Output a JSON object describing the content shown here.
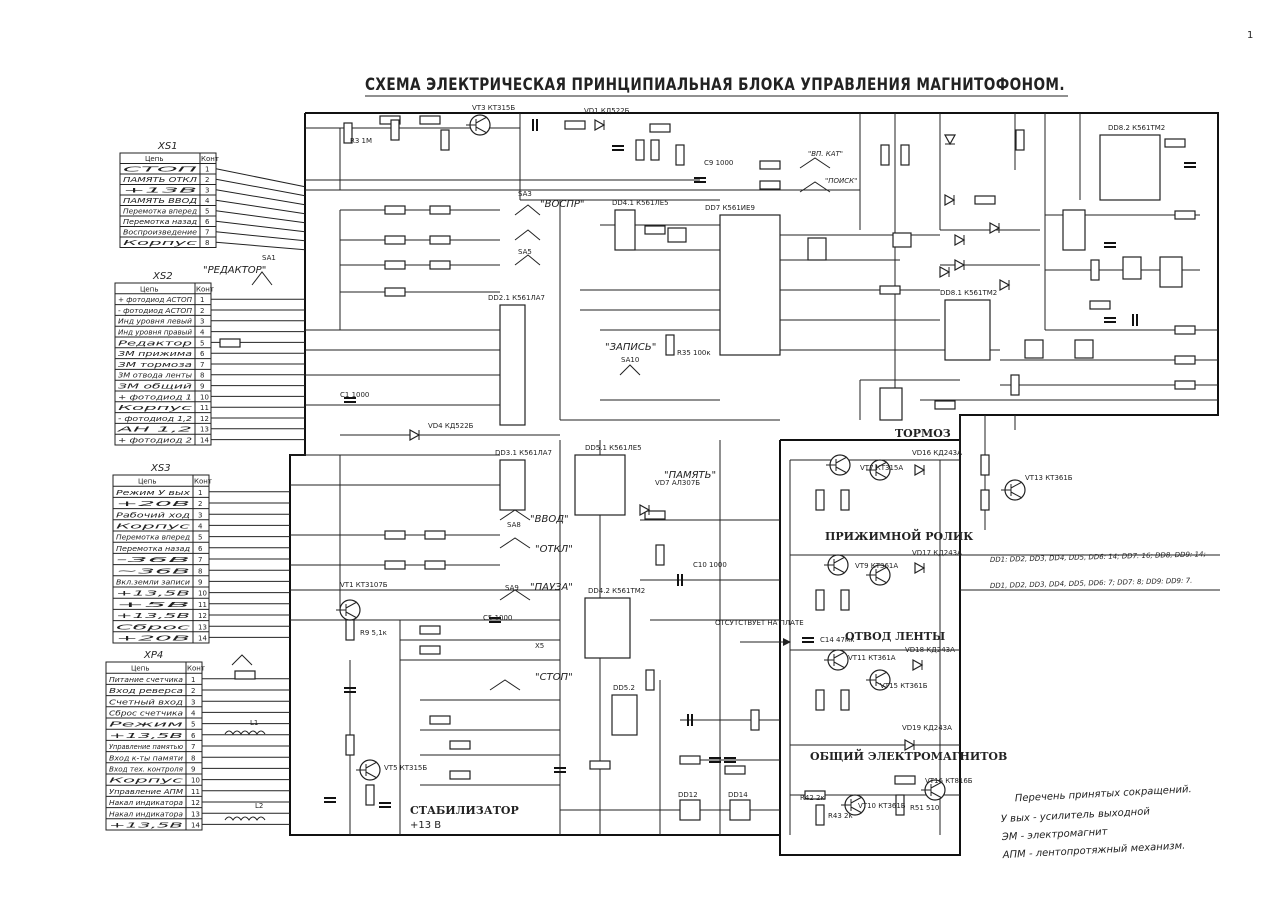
{
  "page_number": "1",
  "title": "СХЕМА ЭЛЕКТРИЧЕСКАЯ ПРИНЦИПИАЛЬНАЯ БЛОКА УПРАВЛЕНИЯ МАГНИТОФОНОМ.",
  "connectors": [
    {
      "name": "XS1",
      "header": [
        "Цепь",
        "Конт"
      ],
      "rows": [
        [
          "СТОП",
          "1"
        ],
        [
          "ПАМЯТЬ ОТКЛ",
          "2"
        ],
        [
          "+13В",
          "3"
        ],
        [
          "ПАМЯТЬ ВВОД",
          "4"
        ],
        [
          "Перемотка вперед",
          "5"
        ],
        [
          "Перемотка назад",
          "6"
        ],
        [
          "Воспроизведение",
          "7"
        ],
        [
          "Корпус",
          "8"
        ]
      ]
    },
    {
      "name": "XS2",
      "header": [
        "Цепь",
        "Конт"
      ],
      "rows": [
        [
          "+ фотодиод АСТОП",
          "1"
        ],
        [
          "- фотодиод АСТОП",
          "2"
        ],
        [
          "Инд уровня левый",
          "3"
        ],
        [
          "Инд уровня правый",
          "4"
        ],
        [
          "Редактор",
          "5"
        ],
        [
          "ЗМ прижима",
          "6"
        ],
        [
          "ЗМ тормоза",
          "7"
        ],
        [
          "ЗМ отвода ленты",
          "8"
        ],
        [
          "ЗМ общий",
          "9"
        ],
        [
          "+ фотодиод 1",
          "10"
        ],
        [
          "Корпус",
          "11"
        ],
        [
          "- фотодиод 1,2",
          "12"
        ],
        [
          "АН 1,2",
          "13"
        ],
        [
          "+ фотодиод 2",
          "14"
        ]
      ]
    },
    {
      "name": "XS3",
      "header": [
        "Цепь",
        "Конт"
      ],
      "rows": [
        [
          "Режим У вых",
          "1"
        ],
        [
          "+20В",
          "2"
        ],
        [
          "Рабочий ход",
          "3"
        ],
        [
          "Корпус",
          "4"
        ],
        [
          "Перемотка вперед",
          "5"
        ],
        [
          "Перемотка назад",
          "6"
        ],
        [
          "-36В",
          "7"
        ],
        [
          "~36В",
          "8"
        ],
        [
          "Вкл.земли записи",
          "9"
        ],
        [
          "+13,5В",
          "10"
        ],
        [
          "+5В",
          "11"
        ],
        [
          "+13,5В",
          "12"
        ],
        [
          "Сброс",
          "13"
        ],
        [
          "+20В",
          "14"
        ]
      ]
    },
    {
      "name": "XP4",
      "header": [
        "Цепь",
        "Конт"
      ],
      "rows": [
        [
          "Питание счетчика",
          "1"
        ],
        [
          "Вход реверса",
          "2"
        ],
        [
          "Счетный вход",
          "3"
        ],
        [
          "Сброс счетчика",
          "4"
        ],
        [
          "Режим",
          "5"
        ],
        [
          "+13,5В",
          "6"
        ],
        [
          "Управление памятью",
          "7"
        ],
        [
          "Вход к-ты памяти",
          "8"
        ],
        [
          "Вход тех. контроля",
          "9"
        ],
        [
          "Корпус",
          "10"
        ],
        [
          "Управление АПМ",
          "11"
        ],
        [
          "Накал индикатора",
          "12"
        ],
        [
          "Накал индикатора",
          "13"
        ],
        [
          "+13,5В",
          "14"
        ]
      ]
    }
  ],
  "labels": {
    "redactor": "\"РЕДАКТОР\"",
    "tormoz": "ТОРМОЗ",
    "prizhim": "ПРИЖИМНОЙ РОЛИК",
    "otsutstvuet": "ОТСУТСТВУЕТ НА ПЛАТЕ",
    "otvod": "ОТВОД ЛЕНТЫ",
    "obshiy": "ОБЩИЙ ЭЛЕКТРОМАГНИТОВ",
    "stab": "СТАБИЛИЗАТОР",
    "stab_v": "+13 В",
    "vospr": "\"ВОСПР\"",
    "zapis": "\"ЗАПИСЬ\"",
    "pamyat": "\"ПАМЯТЬ\"",
    "vvod": "\"ВВОД\"",
    "otkl": "\"ОТКЛ\"",
    "pauza": "\"ПАУЗА\"",
    "stop": "\"СТОП\"",
    "vp_kat": "\"ВП. КАТ\"",
    "poisk": "\"ПОИСК\"",
    "x5": "X5"
  },
  "components": {
    "dd21": "DD2.1 К561ЛА7",
    "dd41": "DD4.1 К561ЛЕ5",
    "dd7": "DD7 К561ИЕ9",
    "dd82": "DD8.2 К561ТМ2",
    "dd81": "DD8.1 К561ТМ2",
    "dd31": "DD3.1 К561ЛА7",
    "dd51": "DD5.1 К561ЛЕ5",
    "dd42": "DD4.2 К561ТМ2",
    "dd52": "DD5.2",
    "dd12": "DD12",
    "dd14": "DD14",
    "vt1": "VT1 КТ3107Б",
    "vt3": "VT3 КТ315Б",
    "vt5": "VT5 КТ315Б",
    "vt7": "VT7 КТ315А",
    "vt9": "VT9 КТ361А",
    "vt11": "VT11 КТ361А",
    "vt13": "VT13 КТ361Б",
    "vt16": "VT16 КТ816Б",
    "vt10": "VT10 КТ361Б",
    "vt15": "VT15 КТ361Б",
    "vd1": "VD1 КД522Б",
    "vd4": "VD4 КД522Б",
    "vd7": "VD7 АЛ307Б",
    "vd16": "VD16 КД243А",
    "vd17": "VD17 КД243А",
    "vd18": "VD18 КД243А",
    "vd19": "VD19 КД243А",
    "c1": "C1 1000",
    "c5": "C5 1000",
    "c9": "C9 1000",
    "c10": "C10 1000",
    "c14": "C14 47мк",
    "r3": "R3 1М",
    "r9": "R9 5,1к",
    "r35": "R35 100к",
    "r42": "R42 2к",
    "r43": "R43 2к",
    "r51": "R51 510",
    "sa1": "SA1",
    "sa3": "SA3",
    "sa5": "SA5",
    "sa8": "SA8",
    "sa9": "SA9",
    "sa10": "SA10",
    "l1": "L1",
    "l2": "L2"
  },
  "power_note_1": "DD1: DD2, DD3, DD4, DD5, DD6: 14; DD7: 16; DD8, DD9: 14;",
  "power_note_2": "DD1, DD2, DD3, DD4, DD5, DD6: 7; DD7: 8; DD9: DD9: 7.",
  "abbreviations": {
    "title": "Перечень принятых сокращений.",
    "items": [
      "У вых - усилитель выходной",
      "ЭМ - электромагнит",
      "АПМ - лентопротяжный механизм."
    ]
  }
}
